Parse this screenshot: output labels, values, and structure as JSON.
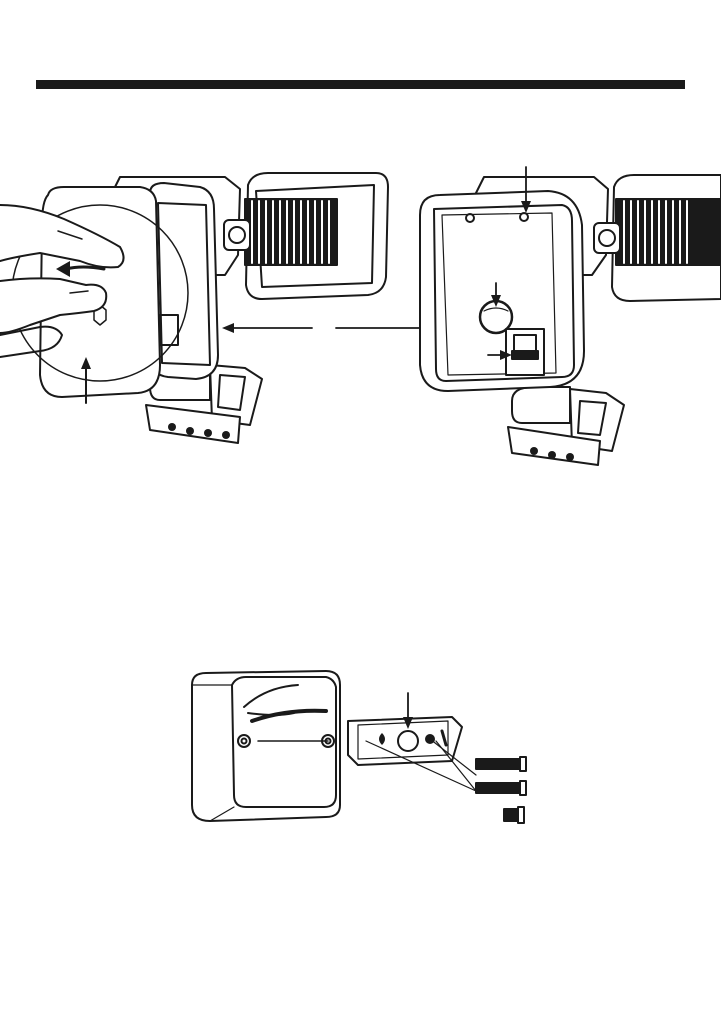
{
  "colors": {
    "ink": "#1a1a1a",
    "paper": "#ffffff"
  },
  "figures": [
    {
      "id": "remove-cover",
      "icons": [
        "hand-icon",
        "rotate-arrow-icon",
        "cover-plate-icon"
      ]
    },
    {
      "id": "housing-open",
      "icons": [
        "housing-icon",
        "screw-hole-icon",
        "wire-port-icon",
        "terminal-block-icon"
      ]
    },
    {
      "id": "junction-box",
      "icons": [
        "junction-box-icon",
        "mounting-bracket-icon",
        "screw-icon"
      ]
    }
  ]
}
